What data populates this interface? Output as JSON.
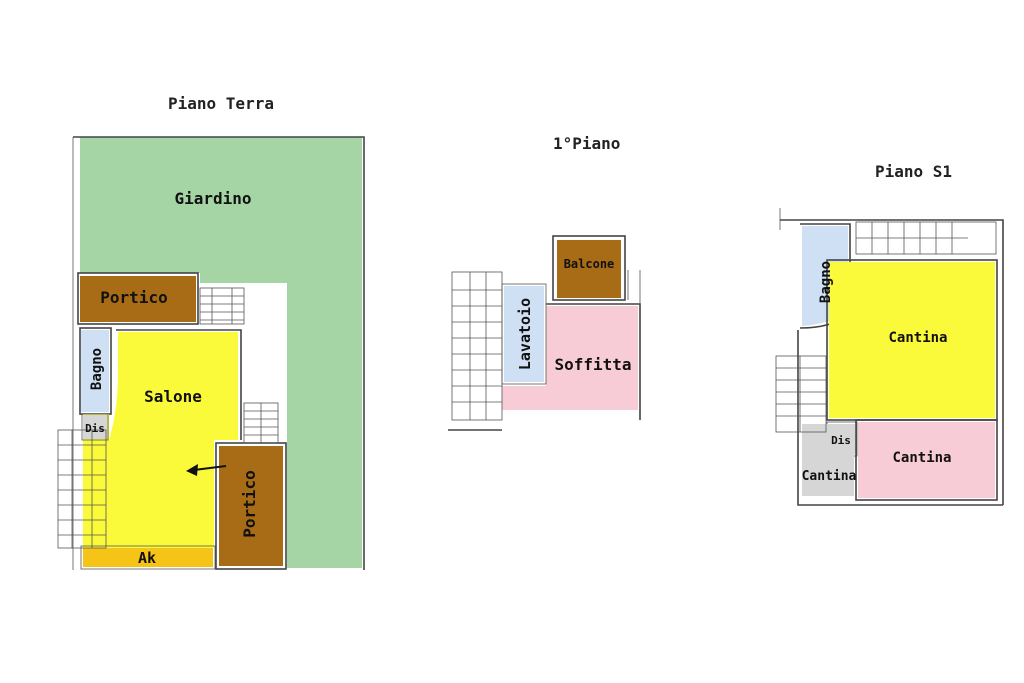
{
  "floors": {
    "ground": {
      "title": "Piano Terra",
      "rooms": {
        "giardino": "Giardino",
        "portico_top": "Portico",
        "bagno": "Bagno",
        "salone": "Salone",
        "dis": "Dis",
        "portico_right": "Portico",
        "ak": "Ak"
      }
    },
    "first": {
      "title": "1°Piano",
      "rooms": {
        "balcone": "Balcone",
        "lavatoio": "Lavatoio",
        "soffitta": "Soffitta"
      }
    },
    "basement": {
      "title": "Piano S1",
      "rooms": {
        "bagno": "Bagno",
        "cantina_main": "Cantina",
        "dis": "Dis",
        "cantina_small": "Cantina",
        "cantina_pink": "Cantina"
      }
    }
  },
  "colors": {
    "garden": "#a5d5a4",
    "portico": "#a86b16",
    "bathroom": "#cfe0f4",
    "living": "#fbfa3a",
    "storage": "#d6d6d6",
    "attic": "#f8ccd6",
    "annex": "#f6c416"
  }
}
